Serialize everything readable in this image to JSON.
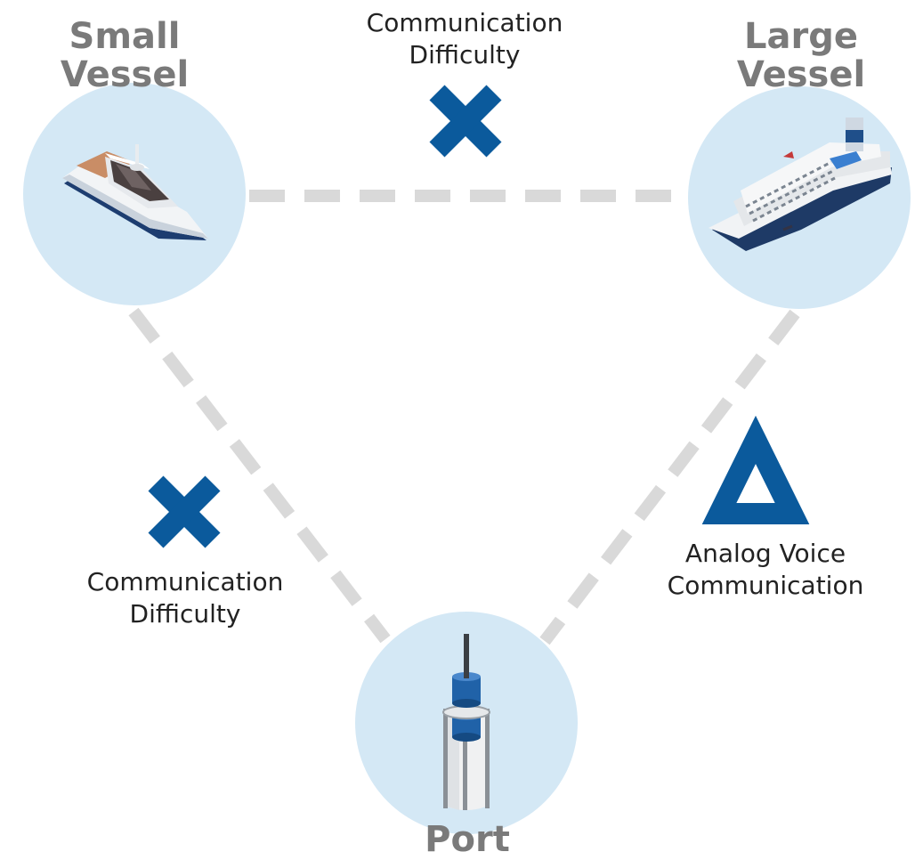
{
  "nodes": {
    "small_vessel": {
      "line1": "Small",
      "line2": "Vessel",
      "icon": "small-boat-icon"
    },
    "large_vessel": {
      "line1": "Large",
      "line2": "Vessel",
      "icon": "cruise-ship-icon"
    },
    "port": {
      "label": "Port",
      "icon": "port-antenna-icon"
    }
  },
  "links": {
    "small_large": {
      "status_icon": "cross-icon",
      "line1": "Communication",
      "line2": "Difficulty"
    },
    "small_port": {
      "status_icon": "cross-icon",
      "line1": "Communication",
      "line2": "Difficulty"
    },
    "large_port": {
      "status_icon": "triangle-icon",
      "line1": "Analog Voice",
      "line2": "Communication"
    }
  },
  "colors": {
    "node_circle": "#d4e8f5",
    "connector": "#d9d9d9",
    "status_icon": "#0b5a9c",
    "node_label": "#7a7a7a",
    "link_label": "#222222"
  }
}
